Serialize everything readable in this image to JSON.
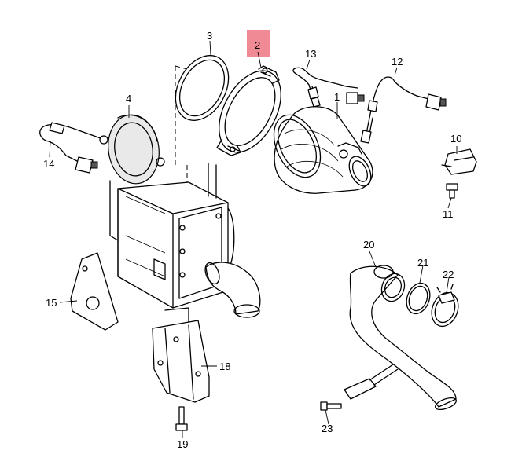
{
  "diagram": {
    "highlight_color": "#f08a94",
    "callouts": [
      {
        "id": "c1",
        "label": "1"
      },
      {
        "id": "c2",
        "label": "2",
        "highlighted": true
      },
      {
        "id": "c3",
        "label": "3"
      },
      {
        "id": "c4",
        "label": "4"
      },
      {
        "id": "c10",
        "label": "10"
      },
      {
        "id": "c11",
        "label": "11"
      },
      {
        "id": "c12",
        "label": "12"
      },
      {
        "id": "c13",
        "label": "13"
      },
      {
        "id": "c14",
        "label": "14"
      },
      {
        "id": "c15",
        "label": "15"
      },
      {
        "id": "c18",
        "label": "18"
      },
      {
        "id": "c19",
        "label": "19"
      },
      {
        "id": "c20",
        "label": "20"
      },
      {
        "id": "c21",
        "label": "21"
      },
      {
        "id": "c22",
        "label": "22"
      },
      {
        "id": "c23",
        "label": "23"
      }
    ]
  }
}
